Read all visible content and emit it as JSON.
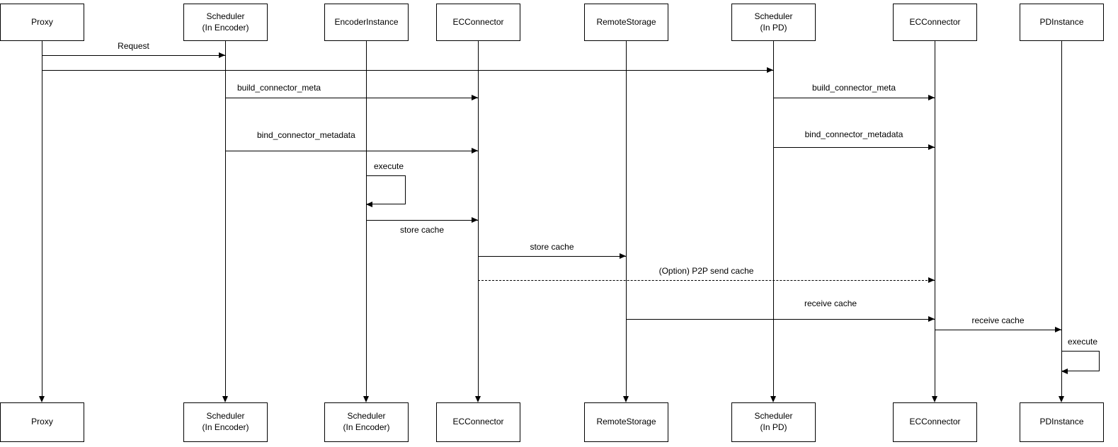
{
  "diagram": {
    "type": "uml-sequence-diagram",
    "background": "#ffffff",
    "stroke_color": "#000000"
  },
  "actors": [
    {
      "id": "proxy",
      "top_label": "Proxy",
      "bottom_label": "Proxy"
    },
    {
      "id": "scheduler-encoder",
      "top_label": "Scheduler\n(In Encoder)",
      "bottom_label": "Scheduler\n(In Encoder)"
    },
    {
      "id": "encoder-instance",
      "top_label": "EncoderInstance",
      "bottom_label": "Scheduler\n(In Encoder)"
    },
    {
      "id": "ec-connector-encoder",
      "top_label": "ECConnector",
      "bottom_label": "ECConnector"
    },
    {
      "id": "remote-storage",
      "top_label": "RemoteStorage",
      "bottom_label": "RemoteStorage"
    },
    {
      "id": "scheduler-pd",
      "top_label": "Scheduler\n(In PD)",
      "bottom_label": "Scheduler\n(In PD)"
    },
    {
      "id": "ec-connector-pd",
      "top_label": "ECConnector",
      "bottom_label": "ECConnector"
    },
    {
      "id": "pd-instance",
      "top_label": "PDInstance",
      "bottom_label": "PDInstance"
    }
  ],
  "messages": [
    {
      "from": "Proxy",
      "to": "Scheduler (In Encoder)",
      "label": "Request",
      "style": "solid"
    },
    {
      "from": "Proxy",
      "to": "Scheduler (In PD)",
      "label": "",
      "style": "solid"
    },
    {
      "from": "Scheduler (In Encoder)",
      "to": "ECConnector",
      "label": "build_connector_meta",
      "style": "solid"
    },
    {
      "from": "Scheduler (In PD)",
      "to": "ECConnector",
      "label": "build_connector_meta",
      "style": "solid"
    },
    {
      "from": "Scheduler (In Encoder)",
      "to": "ECConnector",
      "label": "bind_connector_metadata",
      "style": "solid"
    },
    {
      "from": "Scheduler (In PD)",
      "to": "ECConnector",
      "label": "bind_connector_metadata",
      "style": "solid"
    },
    {
      "from": "EncoderInstance",
      "to": "EncoderInstance",
      "label": "execute",
      "style": "self"
    },
    {
      "from": "EncoderInstance",
      "to": "ECConnector",
      "label": "store cache",
      "style": "solid"
    },
    {
      "from": "ECConnector",
      "to": "RemoteStorage",
      "label": "store cache",
      "style": "solid"
    },
    {
      "from": "ECConnector",
      "to": "ECConnector (In PD)",
      "label": "(Option) P2P send cache",
      "style": "dashed"
    },
    {
      "from": "RemoteStorage",
      "to": "ECConnector (In PD)",
      "label": "receive cache",
      "style": "solid"
    },
    {
      "from": "ECConnector (In PD)",
      "to": "PDInstance",
      "label": "receive cache",
      "style": "solid"
    },
    {
      "from": "PDInstance",
      "to": "PDInstance",
      "label": "execute",
      "style": "self"
    }
  ]
}
